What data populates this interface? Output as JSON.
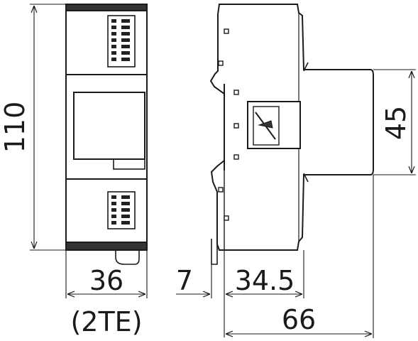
{
  "dimensions": {
    "height": "110",
    "width": "36",
    "module_width": "(2TE)",
    "rail_offset": "7",
    "front_depth": "34.5",
    "total_depth": "66",
    "rail_height": "45"
  },
  "colors": {
    "line": "#1a1a1a",
    "fill": "#ffffff",
    "dark": "#333333"
  }
}
